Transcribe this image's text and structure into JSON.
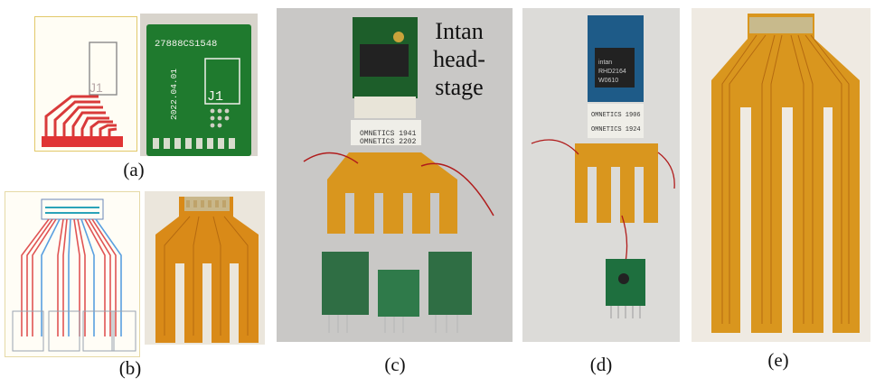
{
  "figure": {
    "captions": {
      "a": "(a)",
      "b": "(b)",
      "c": "(c)",
      "d": "(d)",
      "e": "(e)"
    },
    "panel_c": {
      "annotation": [
        "Intan",
        "head-",
        "stage"
      ]
    },
    "pcb_labels": {
      "board_id": "27888CS1548",
      "board_date": "2022.04.01",
      "connector": "J1",
      "schematic_connector": "J1",
      "omnetics_top": "OMNETICS 1941",
      "omnetics_bottom": "OMNETICS 2202",
      "omnetics_d_top": "OMNETICS 1906",
      "omnetics_d_bottom": "OMNETICS 1924",
      "chip_brand": "intan",
      "chip_model": "RHD2164",
      "chip_lot": "W0610"
    }
  }
}
